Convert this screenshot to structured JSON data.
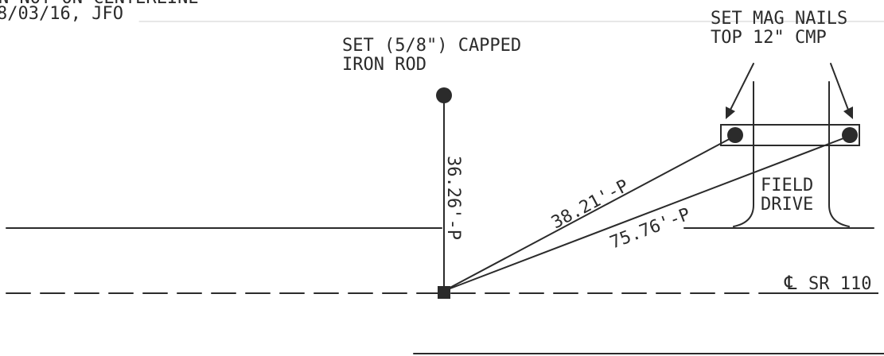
{
  "header": {
    "line1": "N NOT ON CENTERLINE",
    "line2": "8/03/16, JFO"
  },
  "labels": {
    "iron_rod_line1": "SET (5/8\") CAPPED",
    "iron_rod_line2": "IRON ROD",
    "mag_nails_line1": "SET MAG NAILS",
    "mag_nails_line2": "TOP 12\" CMP",
    "field_drive_line1": "FIELD",
    "field_drive_line2": "DRIVE",
    "centerline_symbol": "℄",
    "centerline_label": "SR 110"
  },
  "dimensions": {
    "vertical": "36.26'-P",
    "diagonal_short": "38.21'-P",
    "diagonal_long": "75.76'-P"
  },
  "colors": {
    "ink": "#2b2b2b",
    "background": "#ffffff"
  }
}
